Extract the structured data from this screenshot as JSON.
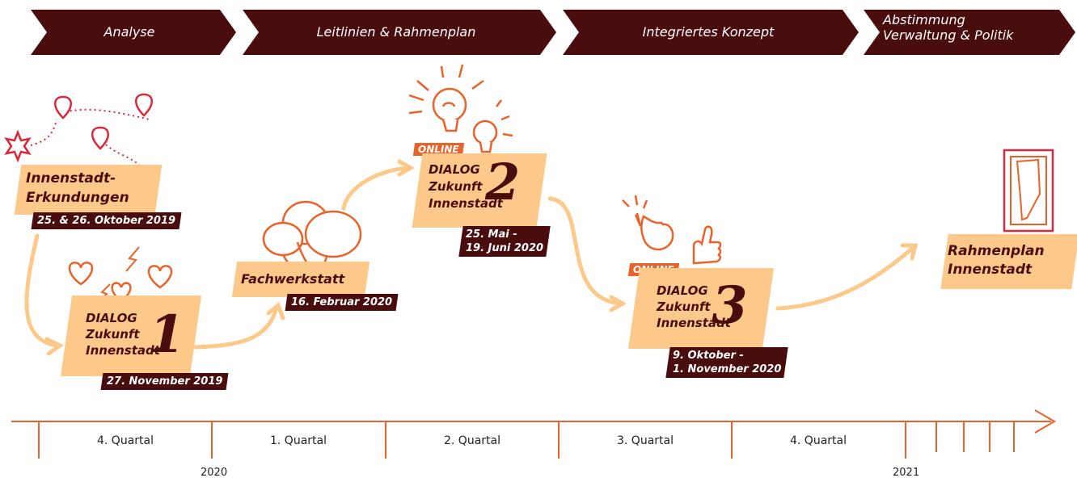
{
  "phases": [
    {
      "label": "Analyse"
    },
    {
      "label": "Leitlinien & Rahmenplan"
    },
    {
      "label": "Integriertes Konzept"
    },
    {
      "label_line1": "Abstimmung",
      "label_line2": "Verwaltung & Politik"
    }
  ],
  "events": {
    "erkundungen": {
      "title_line1": "Innenstadt-",
      "title_line2": "Erkundungen",
      "date": "25. & 26. Oktober 2019"
    },
    "dialog1": {
      "line1": "DIALOG",
      "line2": "Zukunft",
      "line3": "Innenstadt",
      "number": "1",
      "date": "27. November 2019"
    },
    "fachwerkstatt": {
      "title": "Fachwerkstatt",
      "date": "16. Februar 2020"
    },
    "dialog2": {
      "badge": "ONLINE",
      "line1": "DIALOG",
      "line2": "Zukunft",
      "line3": "Innenstadt",
      "number": "2",
      "date_line1": "25. Mai -",
      "date_line2": "19. Juni 2020"
    },
    "dialog3": {
      "badge": "ONLINE",
      "line1": "DIALOG",
      "line2": "Zukunft",
      "line3": "Innenstadt",
      "number": "3",
      "date_line1": "9. Oktober -",
      "date_line2": "1. November 2020"
    },
    "rahmenplan": {
      "line1": "Rahmenplan",
      "line2": "Innenstadt"
    }
  },
  "timeline": {
    "quarters": [
      "4. Quartal",
      "1. Quartal",
      "2. Quartal",
      "3. Quartal",
      "4. Quartal"
    ],
    "years": [
      "2020",
      "2021"
    ]
  },
  "colors": {
    "dark": "#4a0d0d",
    "card": "#fdc98b",
    "accent": "#e8622a",
    "pin": "#d8283a"
  },
  "icons": [
    "map-pin-icon",
    "star-icon",
    "heart-icon",
    "speech-bubbles-icon",
    "lightbulb-icon",
    "pointing-hand-icon",
    "thumbs-up-icon",
    "plan-document-icon"
  ]
}
